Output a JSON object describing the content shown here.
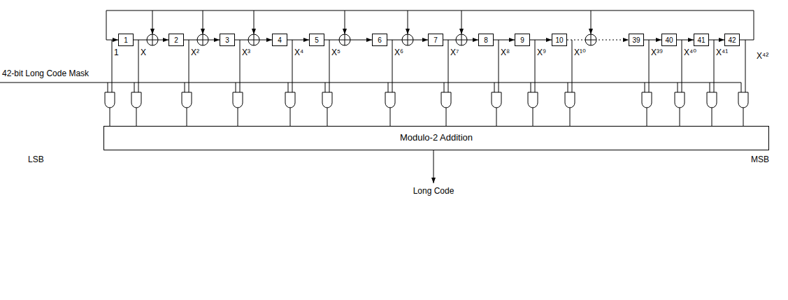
{
  "diagram": {
    "nodes": [
      {
        "text": [
          "1"
        ]
      },
      {
        "text": [
          "2"
        ]
      },
      {
        "text": [
          "3"
        ]
      },
      {
        "text": [
          "4"
        ]
      },
      {
        "text": [
          "5"
        ]
      },
      {
        "text": [
          "6"
        ]
      },
      {
        "text": [
          "7"
        ]
      },
      {
        "text": [
          "8"
        ]
      },
      {
        "text": [
          "9"
        ]
      },
      {
        "text": [
          "10"
        ]
      },
      {
        "text": [
          "39"
        ]
      },
      {
        "text": [
          "40"
        ]
      },
      {
        "text": [
          "41"
        ]
      },
      {
        "text": [
          "42"
        ]
      },
      {
        "text": [
          "Modulo-2 Addition"
        ]
      }
    ],
    "edges": [
      {
        "from": 0,
        "to": 1,
        "arrow": "to"
      },
      {
        "from": 1,
        "to": 2,
        "arrow": "to"
      },
      {
        "from": 2,
        "to": 3,
        "arrow": "to"
      },
      {
        "from": 3,
        "to": 4,
        "arrow": "to"
      },
      {
        "from": 4,
        "to": 5,
        "arrow": "to"
      },
      {
        "from": 5,
        "to": 6,
        "arrow": "to"
      },
      {
        "from": 6,
        "to": 7,
        "arrow": "to"
      },
      {
        "from": 7,
        "to": 8,
        "arrow": "to"
      },
      {
        "from": 8,
        "to": 9,
        "arrow": "to"
      },
      {
        "from": 9,
        "to": 10,
        "arrow": "to"
      },
      {
        "from": 10,
        "to": 11,
        "arrow": "to"
      },
      {
        "from": 11,
        "to": 12,
        "arrow": "to"
      },
      {
        "from": 12,
        "to": 13,
        "arrow": "to"
      },
      {
        "from": 13,
        "to": 0,
        "arrow": "to"
      }
    ],
    "labels": [
      "1",
      "X",
      "X²",
      "X³",
      "X⁴",
      "X⁵",
      "X⁶",
      "X⁷",
      "X⁸",
      "X⁹",
      "X¹⁰",
      "X³⁹",
      "X⁴⁰",
      "X⁴¹",
      "X⁴²",
      "42-bit Long Code Mask",
      "LSB",
      "MSB",
      "Long Code"
    ]
  }
}
